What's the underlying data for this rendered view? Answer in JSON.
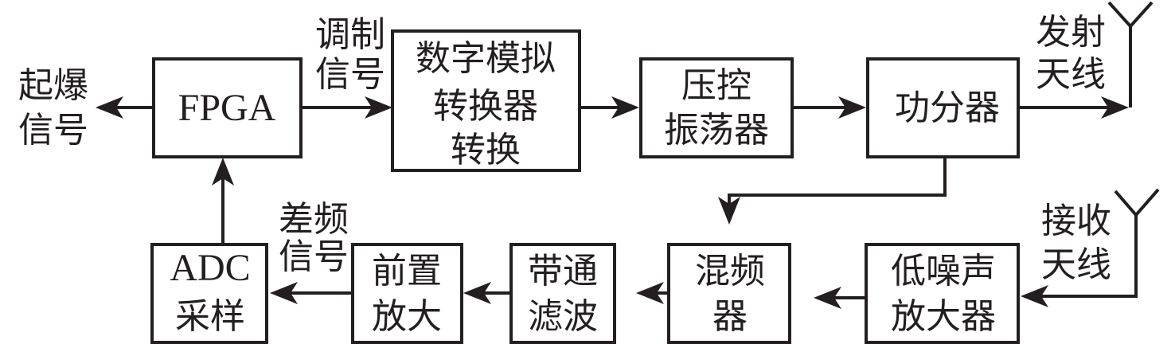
{
  "diagram": {
    "type": "block-diagram",
    "colors": {
      "stroke": "#231f20",
      "background": "#ffffff"
    },
    "blocks": {
      "fpga": [
        "FPGA"
      ],
      "dac": [
        "数字模拟",
        "转换器",
        "转换"
      ],
      "vco": [
        "压控",
        "振荡器"
      ],
      "splitter": [
        "功分器"
      ],
      "adc": [
        "ADC",
        "采样"
      ],
      "preamp": [
        "前置",
        "放大"
      ],
      "bpf": [
        "带通",
        "滤波"
      ],
      "mixer": [
        "混频",
        "器"
      ],
      "lna": [
        "低噪声",
        "放大器"
      ]
    },
    "signal_labels": {
      "detonation": [
        "起爆",
        "信号"
      ],
      "modulation": [
        "调制",
        "信号"
      ],
      "tx_antenna": [
        "发射",
        "天线"
      ],
      "rx_antenna": [
        "接收",
        "天线"
      ],
      "beat": [
        "差频",
        "信号"
      ]
    },
    "connections": [
      {
        "from": "fpga",
        "to": "detonation"
      },
      {
        "from": "fpga",
        "to": "dac"
      },
      {
        "from": "dac",
        "to": "vco"
      },
      {
        "from": "vco",
        "to": "splitter"
      },
      {
        "from": "splitter",
        "to": "tx_antenna"
      },
      {
        "from": "splitter",
        "to": "mixer"
      },
      {
        "from": "rx_antenna",
        "to": "lna"
      },
      {
        "from": "lna",
        "to": "mixer"
      },
      {
        "from": "mixer",
        "to": "bpf"
      },
      {
        "from": "bpf",
        "to": "preamp"
      },
      {
        "from": "preamp",
        "to": "adc"
      },
      {
        "from": "adc",
        "to": "fpga"
      }
    ]
  }
}
